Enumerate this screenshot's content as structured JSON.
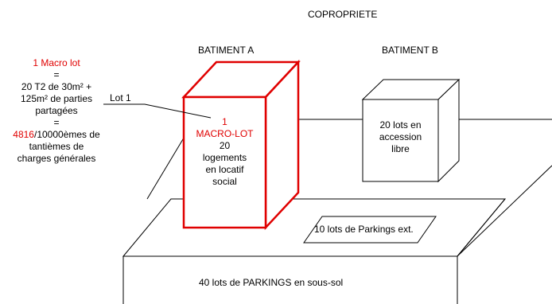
{
  "title": "COPROPRIETE",
  "building_a": {
    "label": "BATIMENT A",
    "lines_red": [
      "1",
      "MACRO-LOT"
    ],
    "lines_black": [
      "20",
      "logements",
      "en locatif",
      "social"
    ]
  },
  "building_b": {
    "label": "BATIMENT B",
    "lines": [
      "20 lots en",
      "accession",
      "libre"
    ]
  },
  "lot_callout": "Lot 1",
  "parking_ext": "10 lots de Parkings ext.",
  "parking_underground": "40 lots de PARKINGS en sous-sol",
  "note": {
    "line1": "1 Macro lot",
    "eq1": "=",
    "line2": "20 T2 de 30m² +",
    "line3": "125m² de parties",
    "line4": "partagées",
    "eq2": "=",
    "line5_red": "4816",
    "line5_rest": "/10000èmes de",
    "line6": "tantièmes de",
    "line7": "charges générales"
  },
  "colors": {
    "highlight": "#e00000",
    "line": "#000000"
  }
}
